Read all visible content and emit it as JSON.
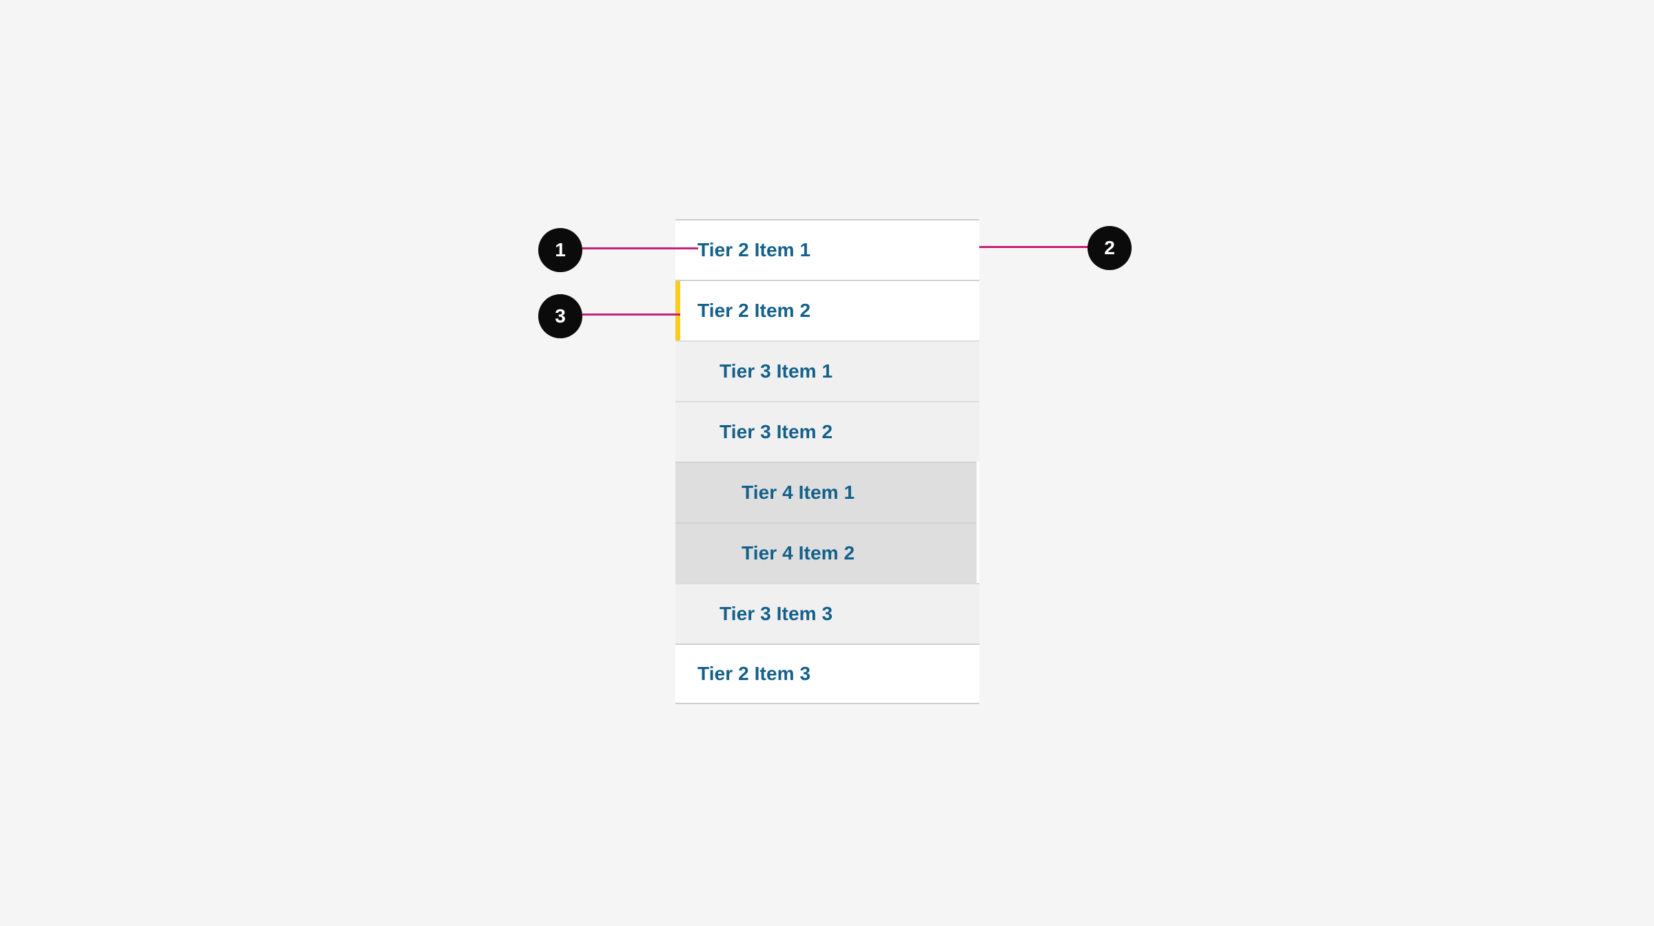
{
  "page": {
    "background_color": "#f5f5f5",
    "title": "Tiered Navigation Menu Annotated Diagram"
  },
  "menu": {
    "accent_color": "#f9cc20",
    "text_color": "#14608a",
    "tier_backgrounds": {
      "tier2": "#ffffff",
      "tier3": "#f0f0f0",
      "tier4": "#dedede"
    },
    "items": [
      {
        "label": "Tier 2 Item 1",
        "tier": 2,
        "active": false
      },
      {
        "label": "Tier 2 Item 2",
        "tier": 2,
        "active": true
      },
      {
        "label": "Tier 3 Item 1",
        "tier": 3,
        "active": false
      },
      {
        "label": "Tier 3 Item 2",
        "tier": 3,
        "active": false
      },
      {
        "label": "Tier 4 Item 1",
        "tier": 4,
        "active": false
      },
      {
        "label": "Tier 4 Item 2",
        "tier": 4,
        "active": false
      },
      {
        "label": "Tier 3 Item 3",
        "tier": 3,
        "active": false
      },
      {
        "label": "Tier 2 Item 3",
        "tier": 2,
        "active": false
      }
    ]
  },
  "callouts": {
    "badge_color": "#0b0b0b",
    "badge_text_color": "#ffffff",
    "line_color": "#c32178",
    "markers": [
      {
        "number": "1"
      },
      {
        "number": "2"
      },
      {
        "number": "3"
      }
    ]
  }
}
